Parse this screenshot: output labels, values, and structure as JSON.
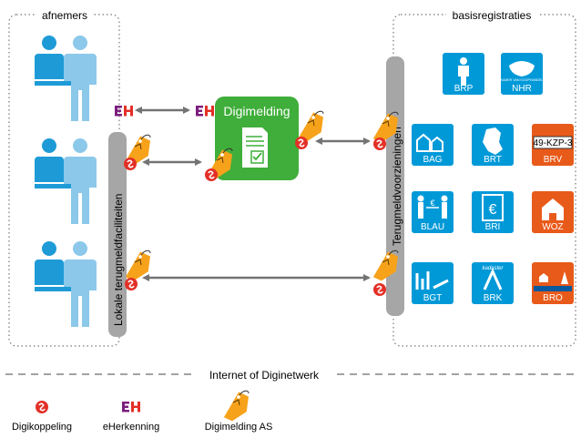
{
  "groups": {
    "consumers": "afnemers",
    "base_registries": "basisregistraties"
  },
  "bars": {
    "local": "Lokale terugmeldfaciliteiten",
    "central": "Terugmeldvoorzieningen"
  },
  "center": {
    "title": "Digimelding",
    "color": "#3fae3a"
  },
  "eh_logo": "EH",
  "registries": [
    {
      "code": "BRP",
      "icon": "person-icon"
    },
    {
      "code": "NHR",
      "icon": "chamber-of-commerce-icon",
      "sublabel": "KAMER VAN KOOPHANDEL"
    },
    {
      "code": "BAG",
      "icon": "buildings-icon"
    },
    {
      "code": "BRT",
      "icon": "netherlands-map-icon"
    },
    {
      "code": "BRV",
      "icon": "license-plate-icon",
      "plate": "49-KZP-3"
    },
    {
      "code": "BLAU",
      "icon": "income-transfer-icon",
      "symbol": "€"
    },
    {
      "code": "BRI",
      "icon": "euro-document-icon",
      "symbol": "€"
    },
    {
      "code": "WOZ",
      "icon": "house-icon"
    },
    {
      "code": "BGT",
      "icon": "topography-icon"
    },
    {
      "code": "BRK",
      "icon": "cadastre-icon",
      "sublabel": "kadaster"
    },
    {
      "code": "BRO",
      "icon": "subsurface-icon"
    }
  ],
  "network_label": "Internet of Diginetwerk",
  "legend": [
    {
      "label": "Digikoppeling",
      "icon": "digikoppeling-icon"
    },
    {
      "label": "eHerkenning",
      "icon": "eherkenning-icon"
    },
    {
      "label": "Digimelding AS",
      "icon": "digimelding-tag-icon"
    }
  ],
  "colors": {
    "registry_blue": "#0099d8",
    "registry_orange": "#e85a1a",
    "person_blue": "#1e9bd7",
    "person_light": "#8cc8ea",
    "bar_gray": "#a6a6a6",
    "arrow_gray": "#737373",
    "digikoppeling_red": "#e33027",
    "eherkenning_purple": "#7c1e7e",
    "tag_orange": "#f7a21b"
  }
}
